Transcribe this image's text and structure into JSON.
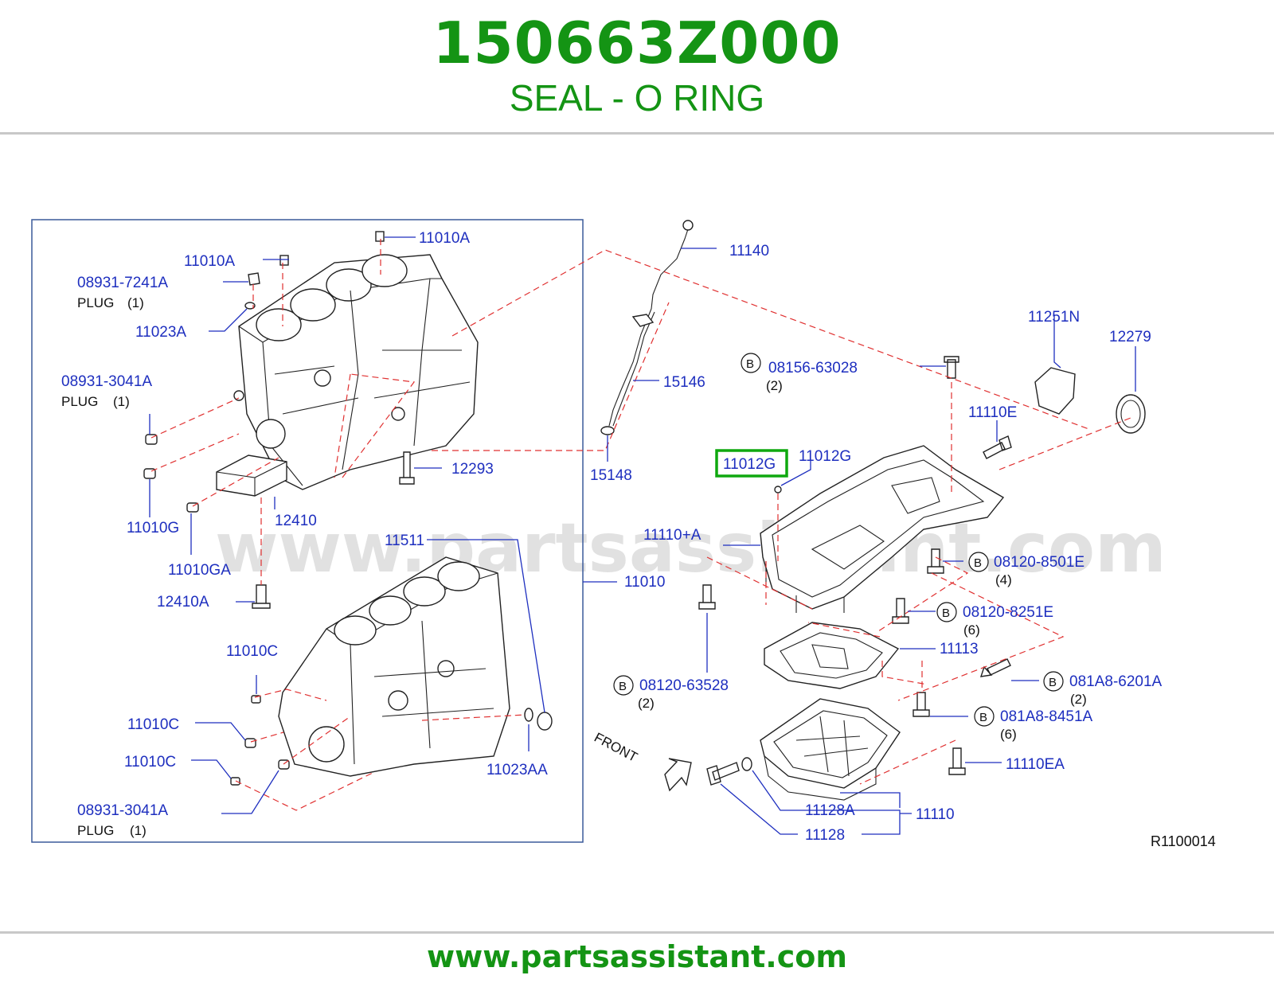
{
  "header": {
    "part_number": "150663Z000",
    "description": "SEAL - O RING"
  },
  "footer": {
    "url": "www.partsassistant.com"
  },
  "watermark": "www.partsassistant.com",
  "reference_code": "R1100014",
  "front_label": "FRONT",
  "badge_letter": "B",
  "highlighted_part": "11012G",
  "labels": {
    "l11010A_top": "11010A",
    "l11010A_mid": "11010A",
    "l08931_7241A": "08931-7241A",
    "plug1": "PLUG",
    "plug1_qty": "(1)",
    "l11023A": "11023A",
    "l08931_3041A_top": "08931-3041A",
    "plug2": "PLUG",
    "plug2_qty": "(1)",
    "l12293": "12293",
    "l11010G": "11010G",
    "l12410": "12410",
    "l11010GA": "11010GA",
    "l12410A": "12410A",
    "l11511": "11511",
    "l11010": "11010",
    "l11010C_top": "11010C",
    "l11010C_mid": "11010C",
    "l11010C_low": "11010C",
    "l11023AA": "11023AA",
    "l08931_3041A_bot": "08931-3041A",
    "plug3": "PLUG",
    "plug3_qty": "(1)",
    "l11140": "11140",
    "l15146": "15146",
    "l15148": "15148",
    "l08156_63028": "08156-63028",
    "q08156": "(2)",
    "l11251N": "11251N",
    "l12279": "12279",
    "l11110E": "11110E",
    "l11012G_hl": "11012G",
    "l11012G": "11012G",
    "l11110_A": "11110+A",
    "l08120_8501E": "08120-8501E",
    "q8501E": "(4)",
    "l08120_8251E": "08120-8251E",
    "q8251E": "(6)",
    "l11113": "11113",
    "l081A8_6201A": "081A8-6201A",
    "q6201A": "(2)",
    "l08120_63528": "08120-63528",
    "q63528": "(2)",
    "l081A8_8451A": "081A8-8451A",
    "q8451A": "(6)",
    "l11110EA": "11110EA",
    "l11128A": "11128A",
    "l11110": "11110",
    "l11128": "11128"
  }
}
